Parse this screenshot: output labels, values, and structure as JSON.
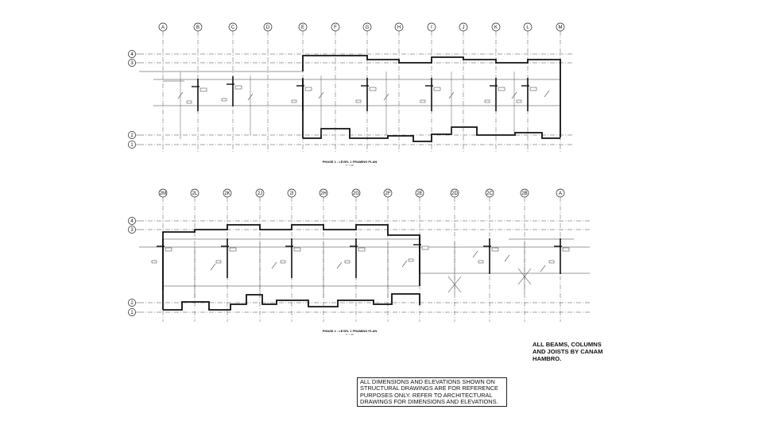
{
  "plan1": {
    "title": "PHASE 1 - LEVEL 1 FRAMING PLAN",
    "scale": "1\" = 10'",
    "grid_columns": [
      "A",
      "B",
      "C",
      "D",
      "E",
      "F",
      "G",
      "H",
      "I",
      "J",
      "K",
      "L",
      "M"
    ],
    "grid_rows": [
      "4",
      "3",
      "2",
      "1"
    ]
  },
  "plan2": {
    "title": "PHASE 2 - LEVEL 1 FRAMING PLAN",
    "scale": "1\" = 10'",
    "grid_columns": [
      "2M",
      "2L",
      "2K",
      "2J",
      "2I",
      "2H",
      "2G",
      "2F",
      "2E",
      "2D",
      "2C",
      "2B",
      "A"
    ],
    "grid_rows": [
      "4",
      "3",
      "2",
      "1"
    ]
  },
  "general_note": {
    "lines": [
      "ALL DIMENSIONS AND ELEVATIONS SHOWN ON",
      "STRUCTURAL DRAWINGS ARE FOR REFERENCE",
      "PURPOSES ONLY. REFER TO ARCHITECTURAL",
      "DRAWINGS FOR DIMENSIONS AND ELEVATIONS."
    ]
  },
  "supplier_note": {
    "lines": [
      "ALL BEAMS, COLUMNS",
      "AND JOISTS BY CANAM",
      "HAMBRO."
    ]
  }
}
